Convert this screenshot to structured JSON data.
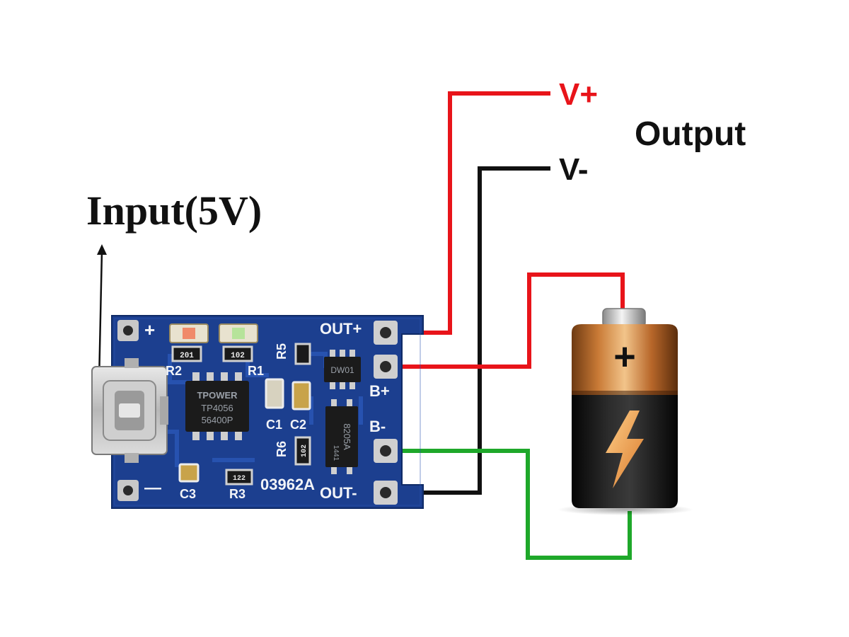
{
  "labels": {
    "input": "Input(5V)",
    "v_plus": "V+",
    "v_minus": "V-",
    "output": "Output"
  },
  "board": {
    "pins": {
      "out_plus": "OUT+",
      "b_plus": "B+",
      "b_minus": "B-",
      "out_minus": "OUT-",
      "plus": "+",
      "minus": "—"
    },
    "silkscreen": {
      "r1": "R1",
      "r2": "R2",
      "r3": "R3",
      "r5": "R5",
      "r6": "R6",
      "c1": "C1",
      "c2": "C2",
      "c3": "C3",
      "board_id": "03962A"
    },
    "chips": {
      "main_brand": "TPOWER",
      "main_part": "TP4056",
      "main_code": "56400P",
      "protect_ic": "DW01",
      "mosfet": "8205A",
      "mosfet_code": "1441"
    },
    "resistor_codes": {
      "r1": "102",
      "r2": "201",
      "r3": "122",
      "r6": "102"
    }
  },
  "battery": {
    "plus_symbol": "+"
  },
  "colors": {
    "positive_wire": "#e8141a",
    "negative_wire": "#111111",
    "battery_negative_wire": "#1ea82a",
    "pcb": "#1c3f8f",
    "label_red": "#e8141a"
  }
}
